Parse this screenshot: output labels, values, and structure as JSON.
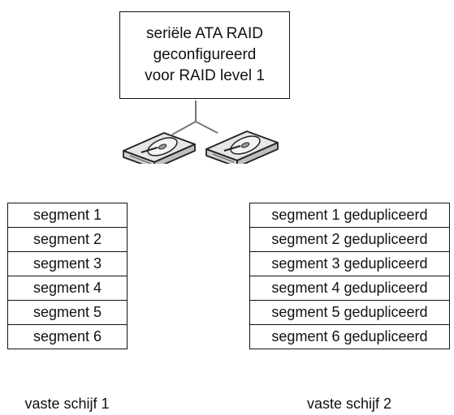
{
  "title_box": {
    "lines": [
      "seriële ATA RAID",
      "geconfigureerd",
      "voor RAID level 1"
    ]
  },
  "disk1": {
    "label": "vaste schijf 1",
    "segments": [
      "segment 1",
      "segment 2",
      "segment 3",
      "segment 4",
      "segment 5",
      "segment 6"
    ]
  },
  "disk2": {
    "label": "vaste schijf 2",
    "segments": [
      "segment 1 gedupliceerd",
      "segment 2 gedupliceerd",
      "segment 3 gedupliceerd",
      "segment 4 gedupliceerd",
      "segment 5 gedupliceerd",
      "segment 6 gedupliceerd"
    ]
  },
  "icons": [
    "hard-drive-icon",
    "hard-drive-icon"
  ]
}
